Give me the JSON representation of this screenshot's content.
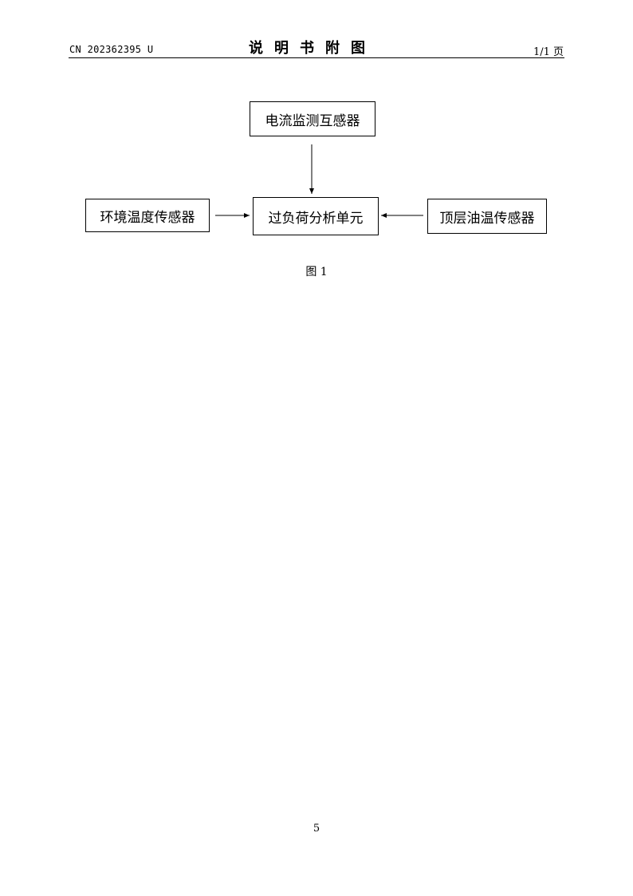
{
  "header": {
    "doc_number": "CN 202362395 U",
    "title": "说明书附图",
    "page_label": "1/1 页"
  },
  "diagram": {
    "boxes": {
      "current_transformer": "电流监测互感器",
      "ambient_sensor": "环境温度传感器",
      "analysis_unit": "过负荷分析单元",
      "oil_sensor": "顶层油温传感器"
    },
    "caption": "图 1"
  },
  "footer": {
    "page_number": "5"
  }
}
